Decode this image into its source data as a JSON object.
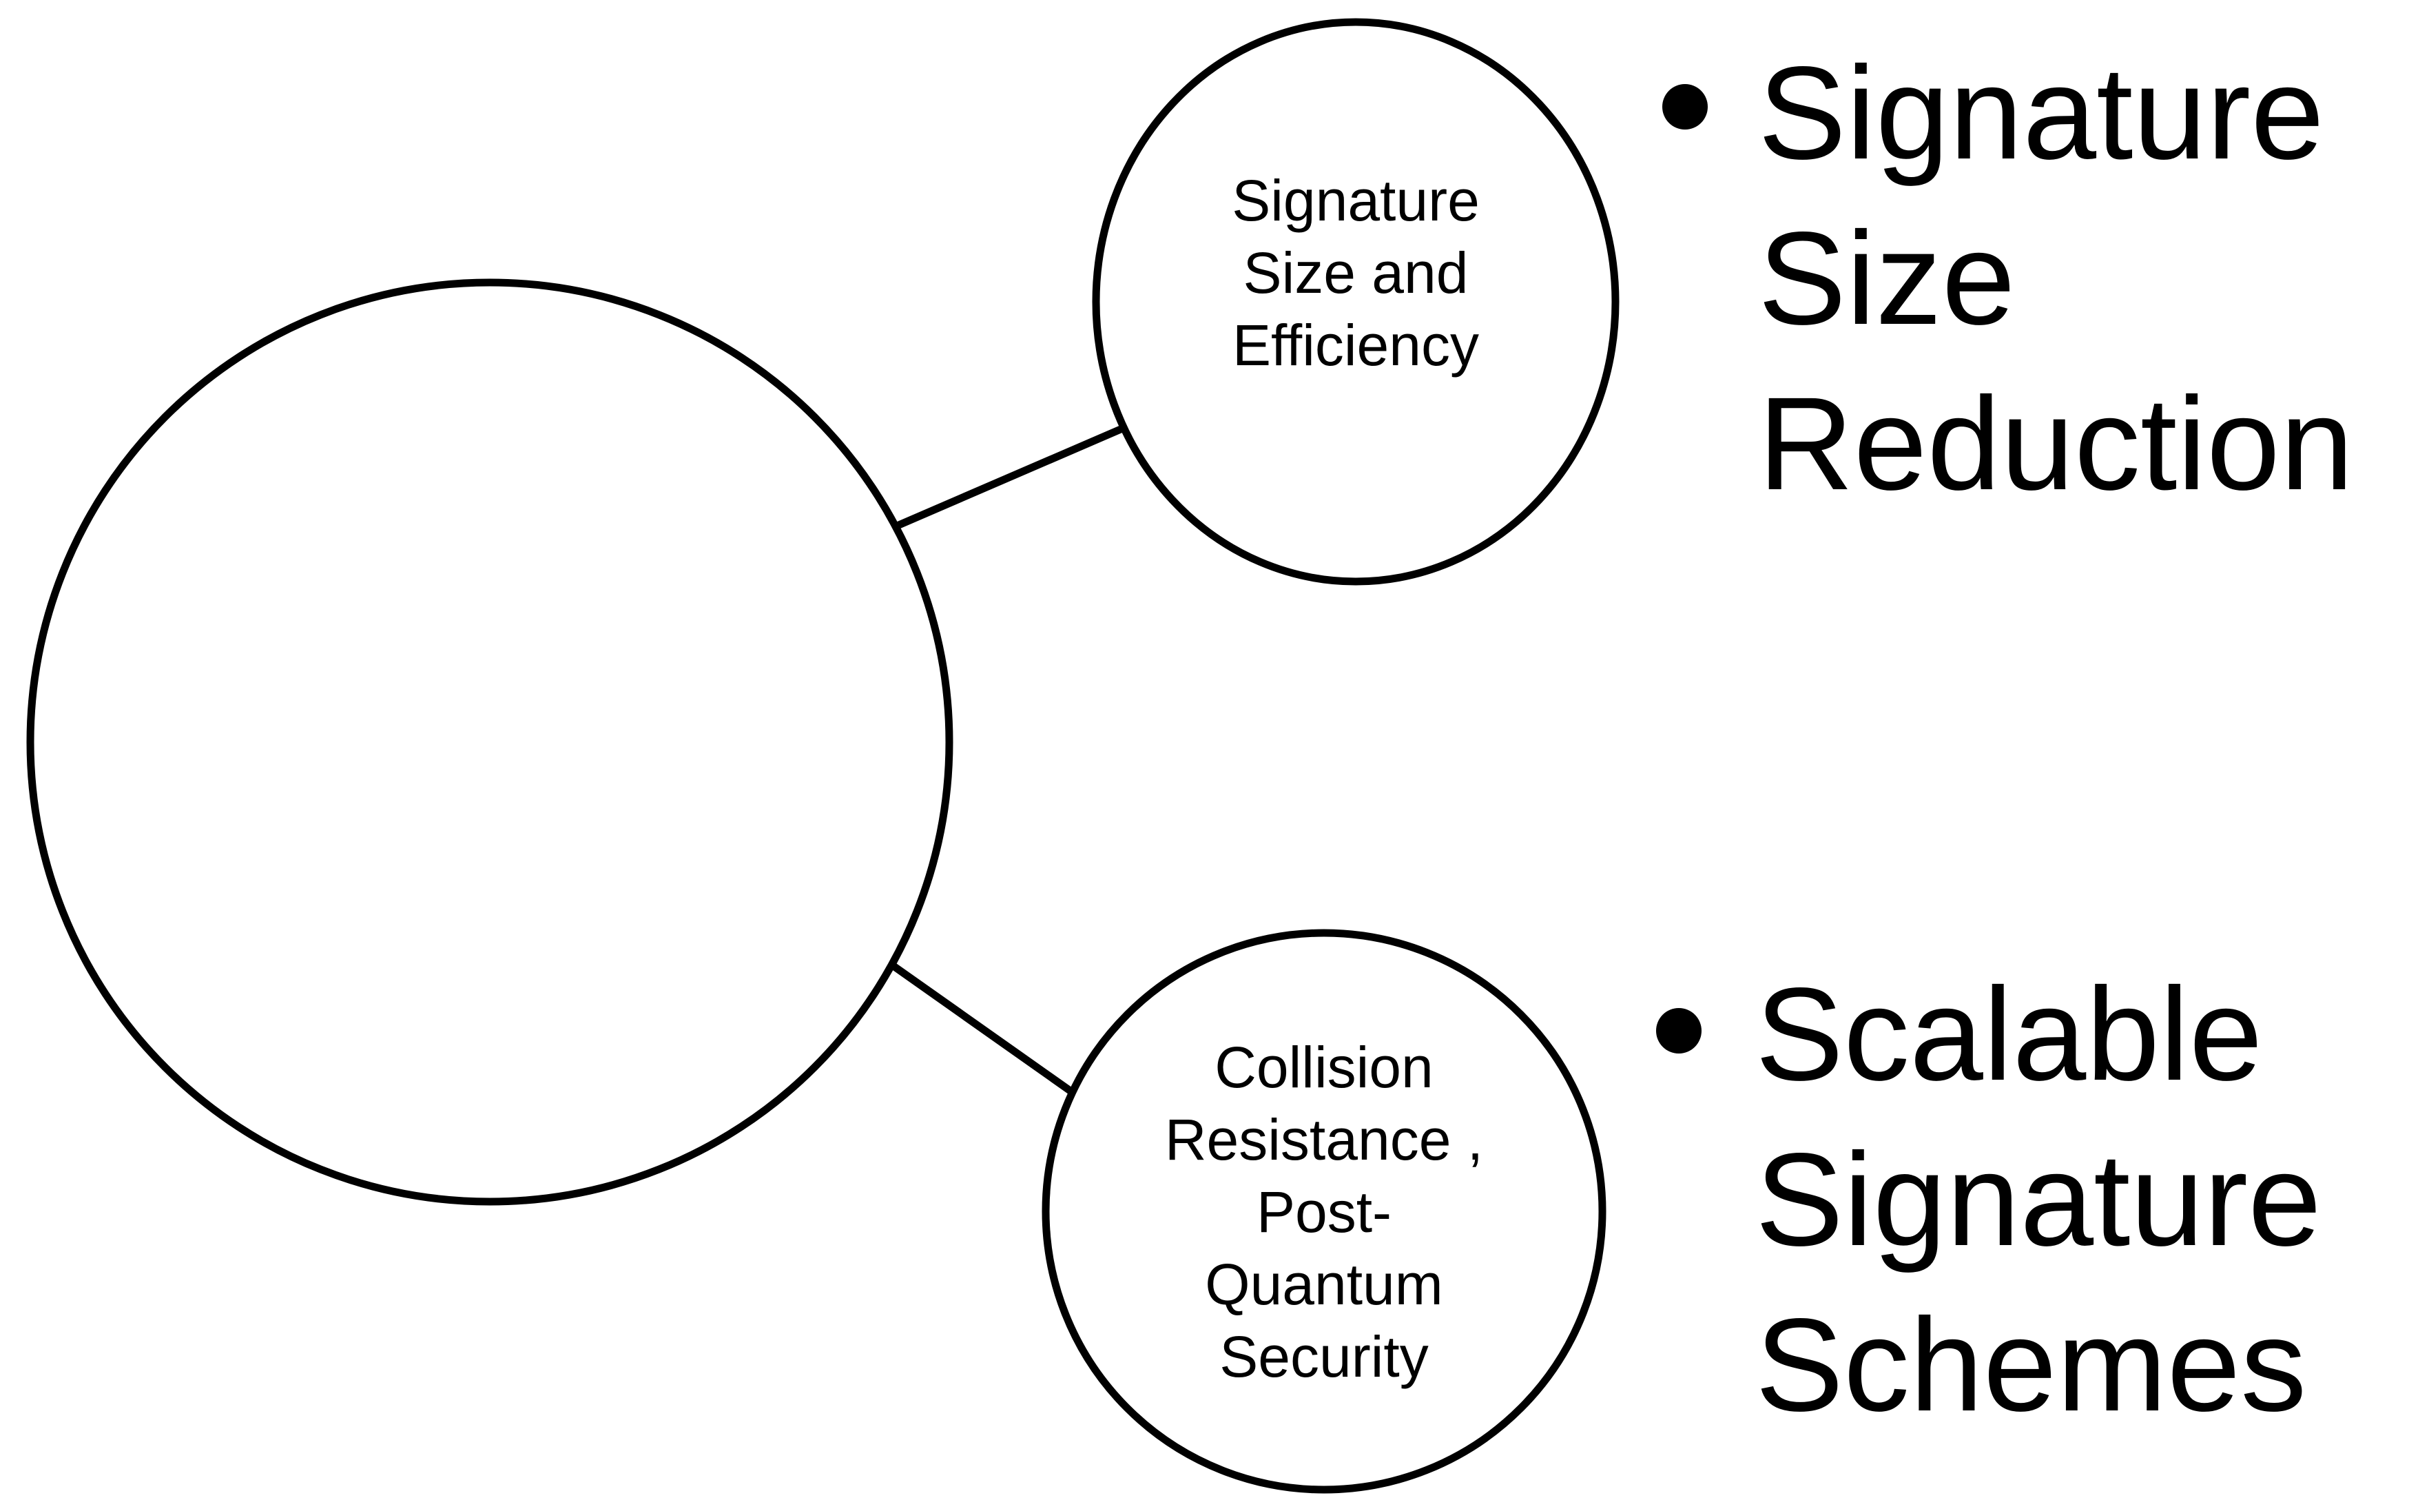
{
  "diagram": {
    "type": "mind-map",
    "colors": {
      "background": "#ffffff",
      "stroke": "#000000",
      "text": "#000000"
    },
    "main_circle": {
      "label": ""
    },
    "branches": [
      {
        "node": {
          "lines": [
            "Signature",
            "Size and",
            "Efficiency"
          ]
        },
        "bullet": {
          "marker": "•",
          "lines": [
            "Signature",
            "Size",
            "Reduction"
          ]
        }
      },
      {
        "node": {
          "lines": [
            "Collision",
            "Resistance ,",
            "Post-",
            "Quantum",
            "Security"
          ]
        },
        "bullet": {
          "marker": "•",
          "lines": [
            "Scalable",
            "Signature",
            "Schemes"
          ]
        }
      }
    ]
  }
}
